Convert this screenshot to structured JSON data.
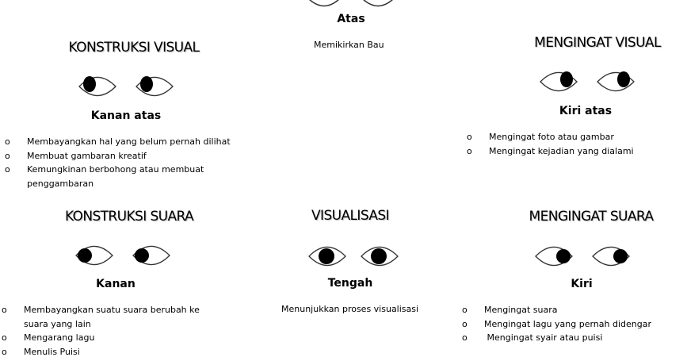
{
  "sections": {
    "top": {
      "label": "Atas",
      "description": "Memikirkan Bau",
      "pupil": "up"
    },
    "konstruksi_visual": {
      "title": "KONSTRUKSI VISUAL",
      "label": "Kanan atas",
      "pupil": "up-left",
      "items": [
        "Membayangkan   hal yang belum pernah dilihat",
        "Membuat gambaran  kreatif",
        "Kemungkinan berbohong atau membuat penggambaran"
      ]
    },
    "mengingat_visual": {
      "title": "MENGINGAT VISUAL",
      "label": "Kiri atas",
      "pupil": "up-right",
      "items": [
        "Mengingat foto atau gambar",
        "Mengingat kejadian yang dialami"
      ]
    },
    "konstruksi_suara": {
      "title": "KONSTRUKSI SUARA",
      "label": "Kanan",
      "pupil": "left",
      "items": [
        "Membayangkan  suatu suara berubah ke suara yang lain",
        "Mengarang lagu",
        "Menulis Puisi"
      ]
    },
    "visualisasi": {
      "title": "VISUALISASI",
      "label": "Tengah",
      "pupil": "center",
      "description": "Menunjukkan proses visualisasi"
    },
    "mengingat_suara": {
      "title": "MENGINGAT SUARA",
      "label": "Kiri",
      "pupil": "right",
      "items": [
        "Mengingat suara",
        "Mengingat lagu yang pernah didengar",
        " Mengingat syair atau puisi"
      ]
    }
  },
  "bullet_glyph": "o",
  "colors": {
    "outline": "#333333",
    "pupil": "#000000",
    "background": "#ffffff"
  }
}
